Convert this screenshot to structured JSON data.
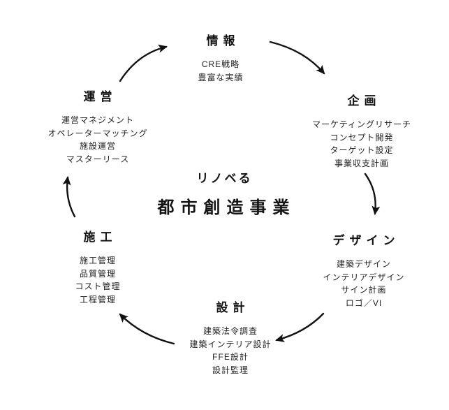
{
  "diagram": {
    "type": "cycle",
    "direction": "clockwise"
  },
  "colors": {
    "background": "#ffffff",
    "text": "#1a1a1a",
    "arrow": "#111111"
  },
  "center": {
    "subtitle": "リノベる",
    "title": "都市創造事業"
  },
  "nodes": [
    {
      "id": "information",
      "label": "情報",
      "items": [
        "CRE戦略",
        "豊富な実績"
      ]
    },
    {
      "id": "planning",
      "label": "企画",
      "items": [
        "マーケティングリサーチ",
        "コンセプト開発",
        "ターゲット設定",
        "事業収支計画"
      ]
    },
    {
      "id": "design",
      "label": "デザイン",
      "items": [
        "建築デザイン",
        "インテリアデザイン",
        "サイン計画",
        "ロゴ／VI"
      ]
    },
    {
      "id": "architectural-design",
      "label": "設計",
      "items": [
        "建築法令調査",
        "建築インテリア設計",
        "FFE設計",
        "設計監理"
      ]
    },
    {
      "id": "construction",
      "label": "施工",
      "items": [
        "施工管理",
        "品質管理",
        "コスト管理",
        "工程管理"
      ]
    },
    {
      "id": "operation",
      "label": "運営",
      "items": [
        "運営マネジメント",
        "オペレーターマッチング",
        "施設運営",
        "マスターリース"
      ]
    }
  ]
}
